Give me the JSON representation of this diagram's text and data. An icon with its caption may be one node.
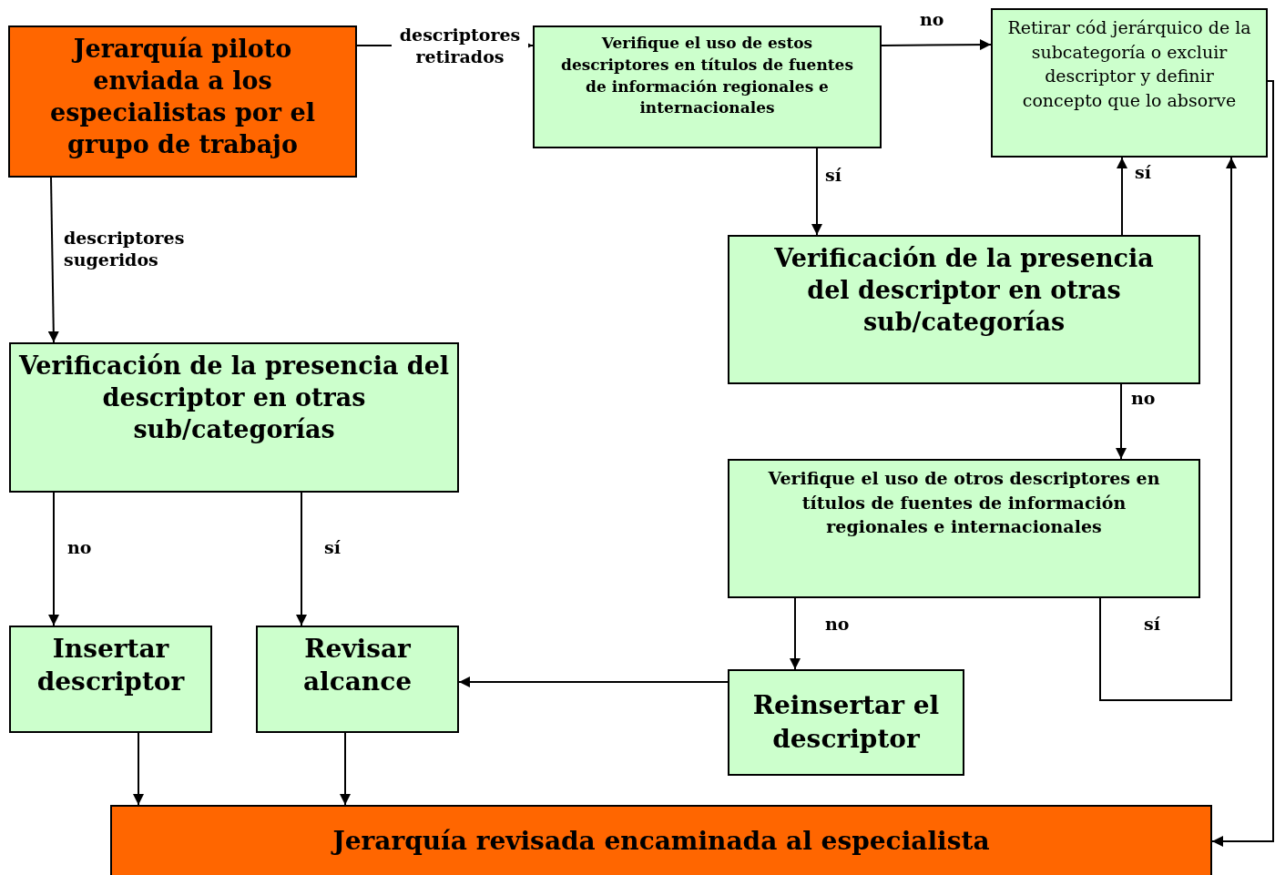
{
  "diagram": {
    "nodes": [
      {
        "text": [
          "Jerarquía piloto enviada a los especialistas por el grupo de trabajo"
        ]
      },
      {
        "text": [
          "Verifique el uso de estos descriptores en títulos de fuentes de información regionales e internacionales"
        ]
      },
      {
        "text": [
          "Retirar cód jerárquico de la subcategoría o excluir descriptor y definir concepto que lo absorve"
        ]
      },
      {
        "text": [
          "Verificación de la presencia del descriptor en otras sub/categorías"
        ]
      },
      {
        "text": [
          "Verificación de la presencia del descriptor en otras sub/categorías"
        ]
      },
      {
        "text": [
          "Verifique el uso de otros descriptores en títulos de fuentes de información regionales e internacionales"
        ]
      },
      {
        "text": [
          "Insertar descriptor"
        ]
      },
      {
        "text": [
          "Revisar alcance"
        ]
      },
      {
        "text": [
          "Reinsertar el descriptor"
        ]
      },
      {
        "text": [
          "Jerarquía revisada encaminada al especialista"
        ]
      }
    ],
    "edges": [
      {
        "from": 0,
        "to": 1,
        "arrow": "to",
        "label": "descriptores retirados"
      },
      {
        "from": 1,
        "to": 2,
        "arrow": "to",
        "label": "no"
      },
      {
        "from": 0,
        "to": 4,
        "arrow": "to",
        "label": "descriptores sugeridos"
      },
      {
        "from": 1,
        "to": 3,
        "arrow": "to",
        "label": "sí"
      },
      {
        "from": 3,
        "to": 2,
        "arrow": "to",
        "label": "sí"
      },
      {
        "from": 3,
        "to": 5,
        "arrow": "to",
        "label": "no"
      },
      {
        "from": 4,
        "to": 6,
        "arrow": "to",
        "label": "no"
      },
      {
        "from": 4,
        "to": 7,
        "arrow": "to",
        "label": "sí"
      },
      {
        "from": 5,
        "to": 8,
        "arrow": "to",
        "label": "no"
      },
      {
        "from": 5,
        "to": 2,
        "arrow": "to",
        "label": "sí"
      },
      {
        "from": 8,
        "to": 7,
        "arrow": "to"
      },
      {
        "from": 6,
        "to": 9,
        "arrow": "to"
      },
      {
        "from": 7,
        "to": 9,
        "arrow": "to"
      },
      {
        "from": 2,
        "to": 9,
        "arrow": "to"
      }
    ]
  }
}
